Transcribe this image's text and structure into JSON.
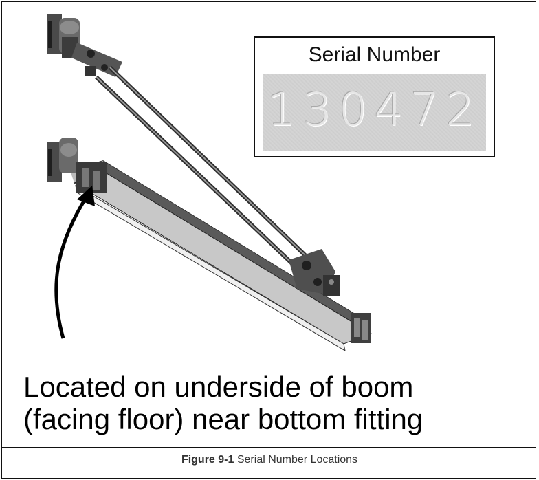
{
  "serial_box": {
    "title": "Serial Number",
    "digits": "130472"
  },
  "callout": {
    "line1": "Located on underside of boom",
    "line2": "(facing floor) near bottom fitting"
  },
  "figure": {
    "label": "Figure 9-1",
    "title": "Serial Number Locations"
  }
}
